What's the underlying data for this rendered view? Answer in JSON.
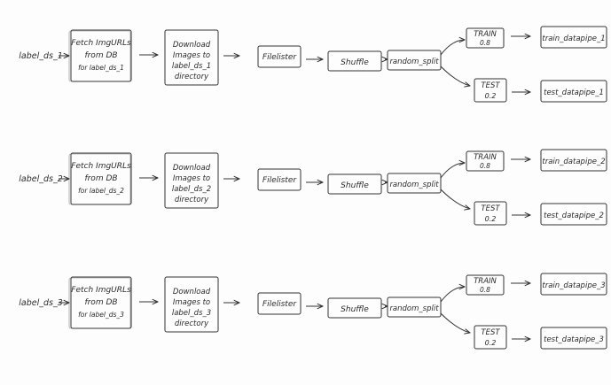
{
  "diagram": {
    "pipelines": [
      {
        "source_label": "label_ds_1",
        "fetch": [
          "Fetch ImgURLs",
          "from DB",
          "for label_ds_1"
        ],
        "download": [
          "Download",
          "Images to",
          "label_ds_1",
          "directory"
        ],
        "filelister": "Filelister",
        "shuffle": "Shuffle",
        "split": "random_split",
        "train": [
          "TRAIN",
          "0.8"
        ],
        "test": [
          "TEST",
          "0.2"
        ],
        "train_out": "train_datapipe_1",
        "test_out": "test_datapipe_1"
      },
      {
        "source_label": "label_ds_2",
        "fetch": [
          "Fetch ImgURLs",
          "from DB",
          "for label_ds_2"
        ],
        "download": [
          "Download",
          "Images to",
          "label_ds_2",
          "directory"
        ],
        "filelister": "Filelister",
        "shuffle": "Shuffle",
        "split": "random_split",
        "train": [
          "TRAIN",
          "0.8"
        ],
        "test": [
          "TEST",
          "0.2"
        ],
        "train_out": "train_datapipe_2",
        "test_out": "test_datapipe_2"
      },
      {
        "source_label": "label_ds_3",
        "fetch": [
          "Fetch ImgURLs",
          "from DB",
          "for label_ds_3"
        ],
        "download": [
          "Download",
          "Images to",
          "label_ds_3",
          "directory"
        ],
        "filelister": "Filelister",
        "shuffle": "Shuffle",
        "split": "random_split",
        "train": [
          "TRAIN",
          "0.8"
        ],
        "test": [
          "TEST",
          "0.2"
        ],
        "train_out": "train_datapipe_3",
        "test_out": "test_datapipe_3"
      }
    ]
  }
}
